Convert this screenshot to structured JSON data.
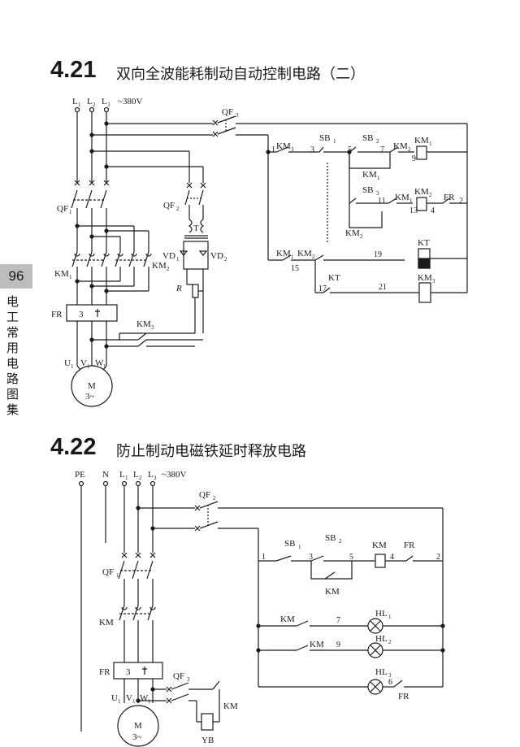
{
  "page": {
    "number": "96",
    "book_title": "电工常用电路图集"
  },
  "section1": {
    "number": "4.21",
    "title": "双向全波能耗制动自动控制电路（二）",
    "labels": {
      "L1": "L",
      "L1s": "1",
      "L2": "L",
      "L2s": "2",
      "L3": "L",
      "L3s": "3",
      "volt": "~380V",
      "QF3": "QF",
      "QF3s": "3",
      "QF1": "QF",
      "QF1s": "1",
      "QF2": "QF",
      "QF2s": "2",
      "T": "T",
      "VD1": "VD",
      "VD1s": "1",
      "VD2": "VD",
      "VD2s": "2",
      "R": "R",
      "KM1p": "KM",
      "KM1ps": "1",
      "KM2p": "KM",
      "KM2ps": "2",
      "KM3p": "KM",
      "KM3ps": "3",
      "FR": "FR",
      "FRbox": "3",
      "U1": "U",
      "U1s": "1",
      "V1": "V",
      "V1s": "1",
      "W1": "W",
      "W1s": "1",
      "M": "M",
      "M3": "3~",
      "c_KM3": "KM",
      "c_KM3s": "3",
      "n1": "1",
      "n3": "3",
      "n5": "5",
      "n7": "7",
      "n9": "9",
      "SB1": "SB",
      "SB1s": "1",
      "SB2": "SB",
      "SB2s": "2",
      "SB3": "SB",
      "SB3s": "3",
      "c_KM2a": "KM",
      "c_KM2as": "2",
      "c_KM1a": "KM",
      "c_KM1as": "1",
      "coil_KM1": "KM",
      "coil_KM1s": "1",
      "n11": "11",
      "n13": "13",
      "n4": "4",
      "n2": "2",
      "c_KM1b": "KM",
      "c_KM1bs": "1",
      "c_KM2b": "KM",
      "c_KM2bs": "2",
      "coil_KM2": "KM",
      "coil_KM2s": "2",
      "FR2": "FR",
      "c_KM1c": "KM",
      "c_KM1cs": "1",
      "c_KM2c": "KM",
      "c_KM2cs": "2",
      "n15": "15",
      "n19": "19",
      "n17": "17",
      "n21": "21",
      "KTc": "KT",
      "KT": "KT",
      "coil_KM3": "KM",
      "coil_KM3s": "3"
    }
  },
  "section2": {
    "number": "4.22",
    "title": "防止制动电磁铁延时释放电路",
    "labels": {
      "PE": "PE",
      "N": "N",
      "L1": "L",
      "L1s": "1",
      "L2": "L",
      "L2s": "2",
      "L3": "L",
      "L3s": "3",
      "volt": "~380V",
      "QF2": "QF",
      "QF2s": "2",
      "QF1": "QF",
      "QF1s": "1",
      "KMp": "KM",
      "FR": "FR",
      "FRbox": "3",
      "QF3": "QF",
      "QF3s": "3",
      "KMr": "KM",
      "U1": "U",
      "U1s": "1",
      "V1": "V",
      "V1s": "1",
      "W1": "W",
      "W1s": "1",
      "M": "M",
      "M3": "3~",
      "YB": "YB",
      "n1": "1",
      "n3": "3",
      "n5": "5",
      "n4": "4",
      "n2": "2",
      "SB1": "SB",
      "SB1s": "1",
      "SB2": "SB",
      "SB2s": "2",
      "KMcoil": "KM",
      "FRc": "FR",
      "KMhold": "KM",
      "KM7": "KM",
      "n7": "7",
      "HL1": "HL",
      "HL1s": "1",
      "KM9": "KM",
      "n9": "9",
      "HL2": "HL",
      "HL2s": "2",
      "HL3": "HL",
      "HL3s": "3",
      "n6": "6",
      "FRl": "FR"
    }
  }
}
